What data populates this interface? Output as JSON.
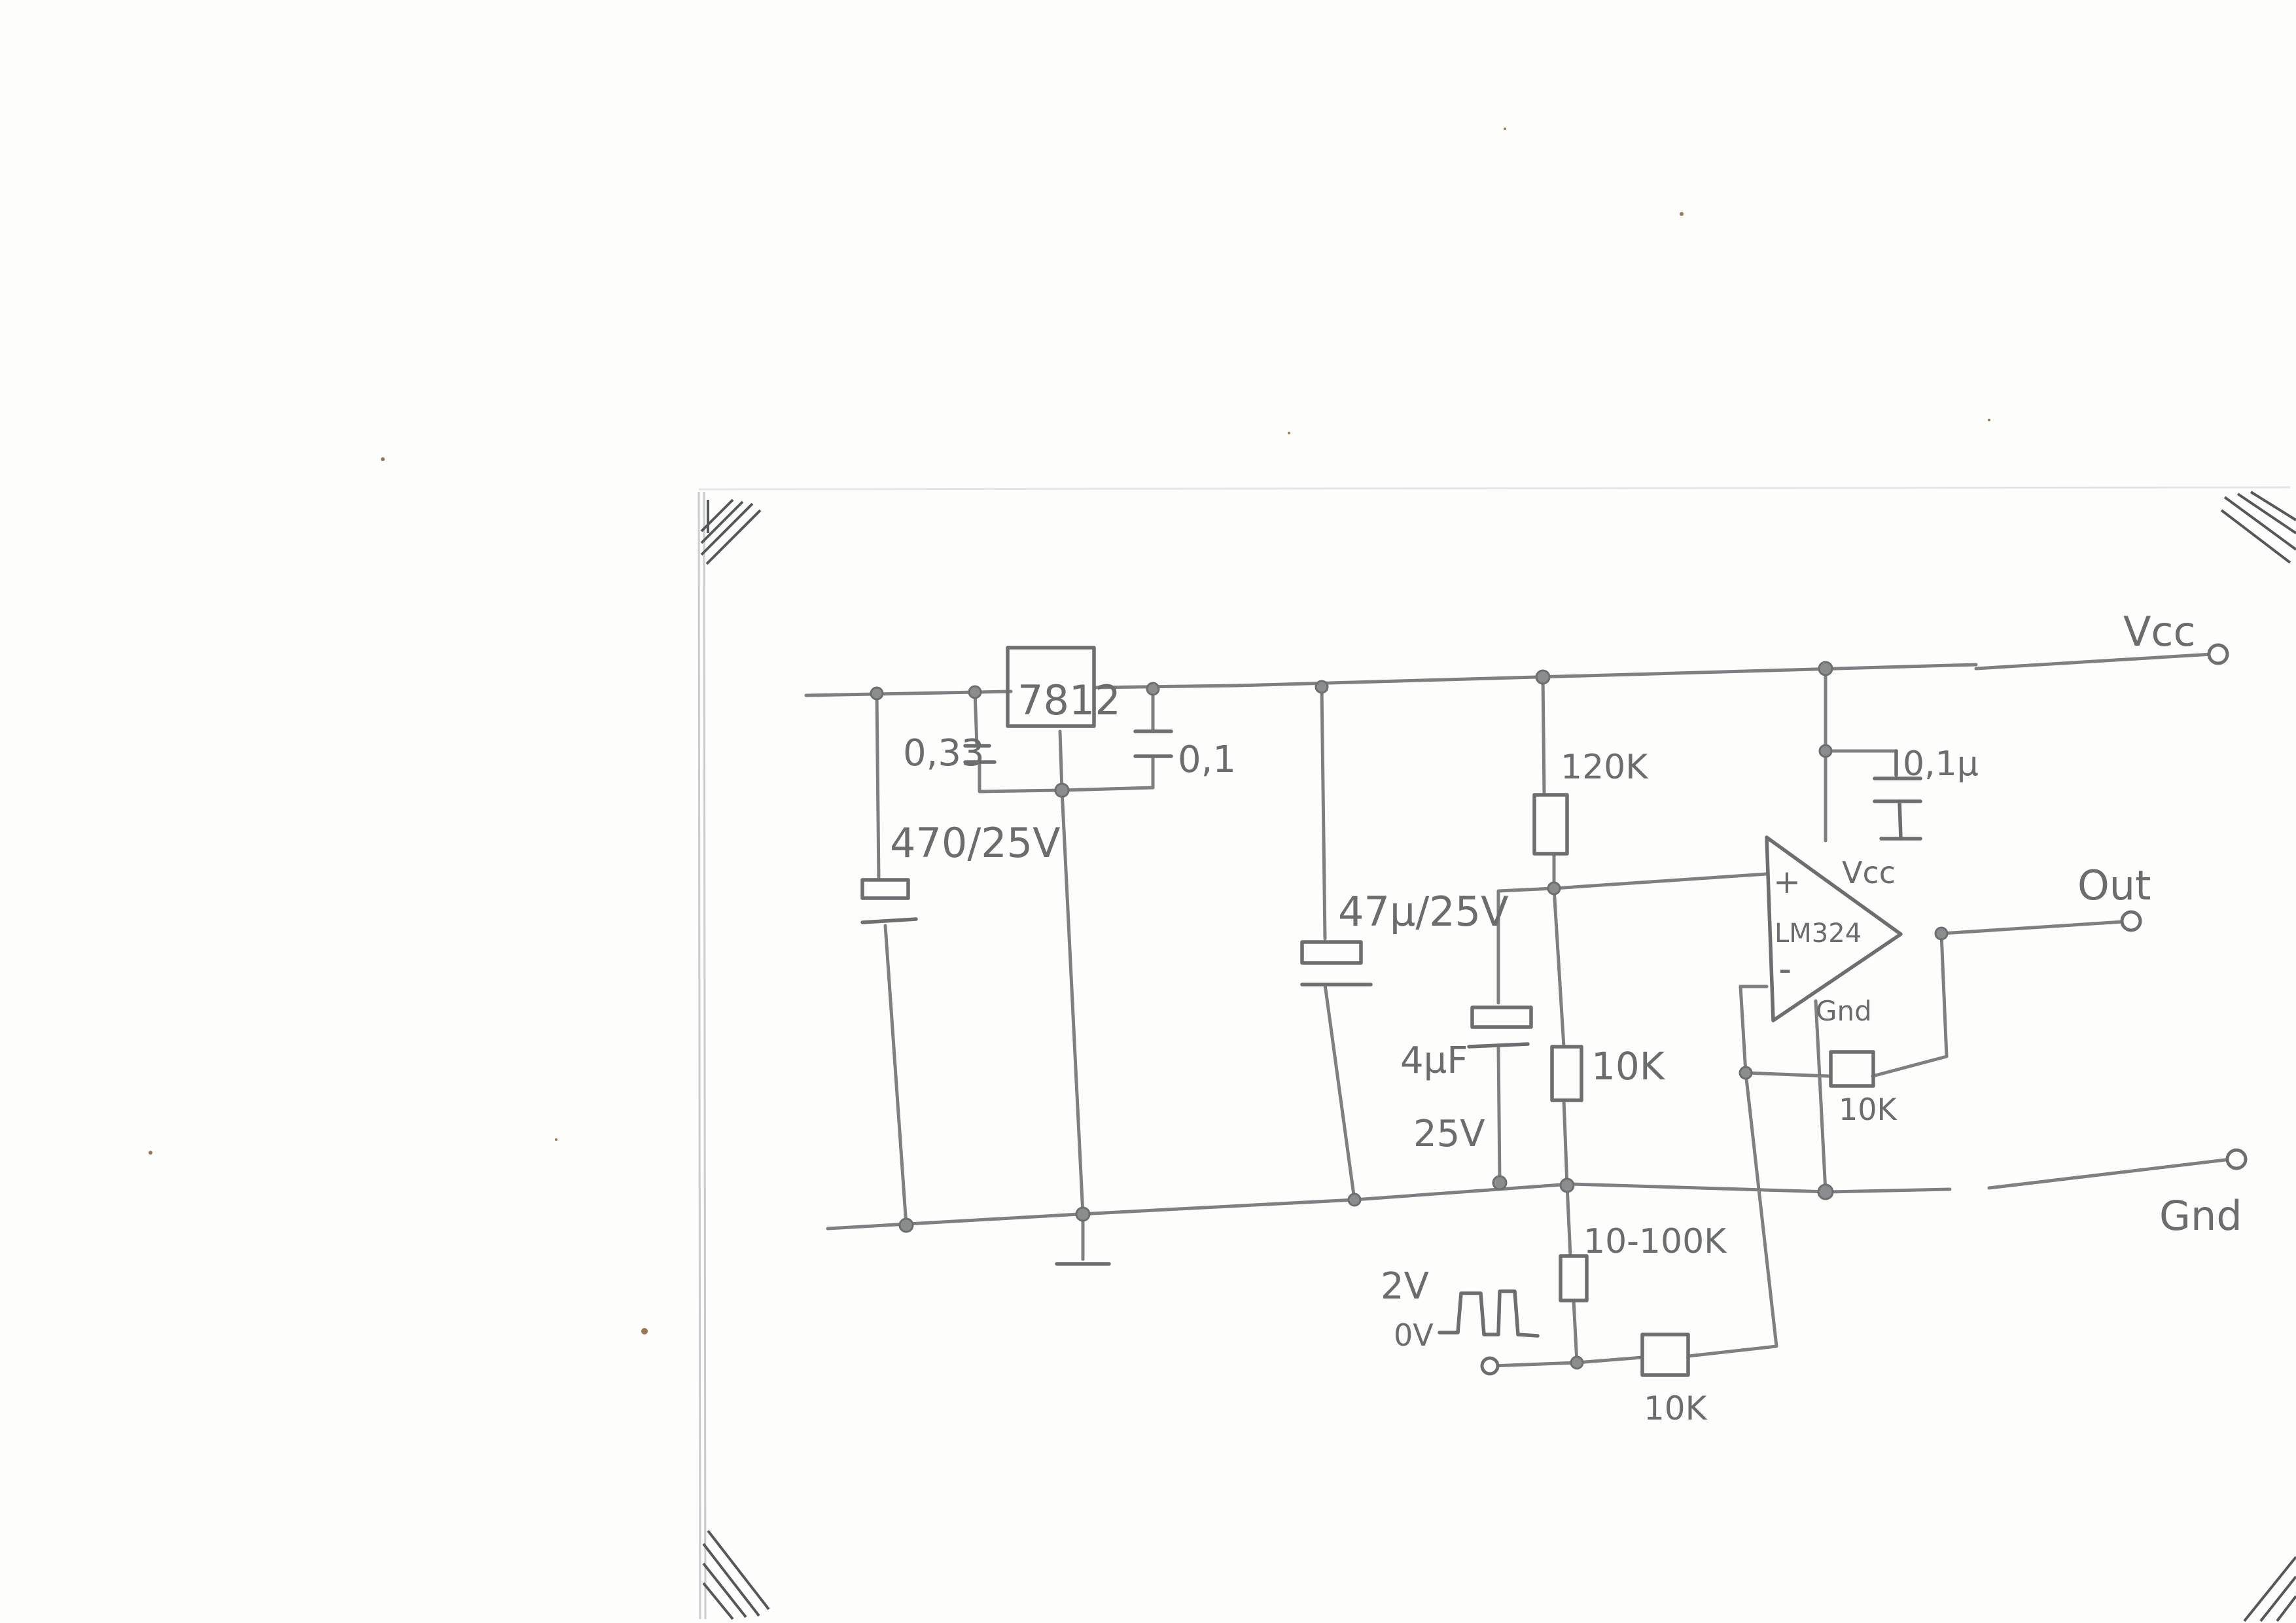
{
  "labels": {
    "vcc_terminal": "Vcc",
    "out_terminal": "Out",
    "gnd_terminal": "Gnd",
    "regulator": "7812",
    "cap_in_small": "0,33",
    "cap_out_small": "0,1",
    "cap_in_bulk": "470/25V",
    "cap_bulk_2": "47µ/25V",
    "cap_signal": "4µF",
    "cap_signal_voltage": "25V",
    "r_top": "120K",
    "r_mid": "10K",
    "r_bottom": "10-100K",
    "r_input": "10K",
    "r_feedback": "10K",
    "opamp": "LM324",
    "opamp_plus": "+",
    "opamp_minus": "-",
    "opamp_vcc": "Vcc",
    "opamp_gnd": "Gnd",
    "decoupling_cap": "0,1µ",
    "pulse_high": "2V",
    "pulse_low": "0V"
  }
}
